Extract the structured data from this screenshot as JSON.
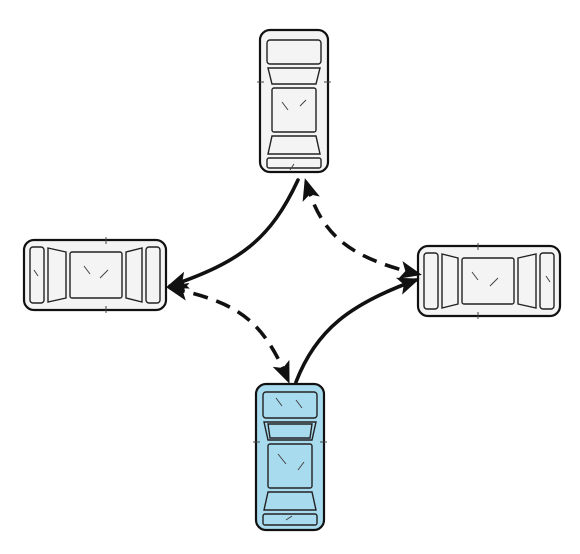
{
  "diagram": {
    "cars": [
      {
        "id": "top",
        "orientation": "vertical",
        "color": "#f4f4f4",
        "highlighted": false
      },
      {
        "id": "left",
        "orientation": "horizontal",
        "color": "#f4f4f4",
        "highlighted": false
      },
      {
        "id": "right",
        "orientation": "horizontal",
        "color": "#f4f4f4",
        "highlighted": false
      },
      {
        "id": "bottom",
        "orientation": "vertical",
        "color": "#a9dbef",
        "highlighted": true
      }
    ],
    "arrows": [
      {
        "from": "top",
        "to": "left",
        "style": "solid"
      },
      {
        "from": "top",
        "to": "right",
        "style": "dashed",
        "bidirectional": true
      },
      {
        "from": "left",
        "to": "bottom",
        "style": "dashed",
        "bidirectional": true
      },
      {
        "from": "bottom",
        "to": "right",
        "style": "solid"
      }
    ],
    "colors": {
      "outline": "#111111",
      "car_fill": "#f4f4f4",
      "highlight_fill": "#a9dbef",
      "background": "#ffffff"
    }
  }
}
